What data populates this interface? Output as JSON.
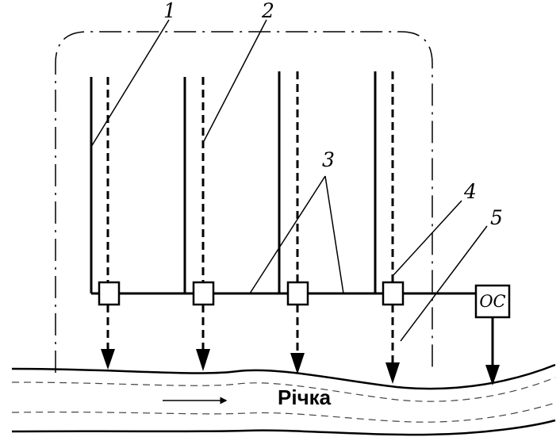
{
  "diagram": {
    "labels": {
      "label_1": "1",
      "label_2": "2",
      "label_3": "3",
      "label_4": "4",
      "label_5": "5"
    },
    "treatment_box": "ОС",
    "river": "Річка"
  }
}
